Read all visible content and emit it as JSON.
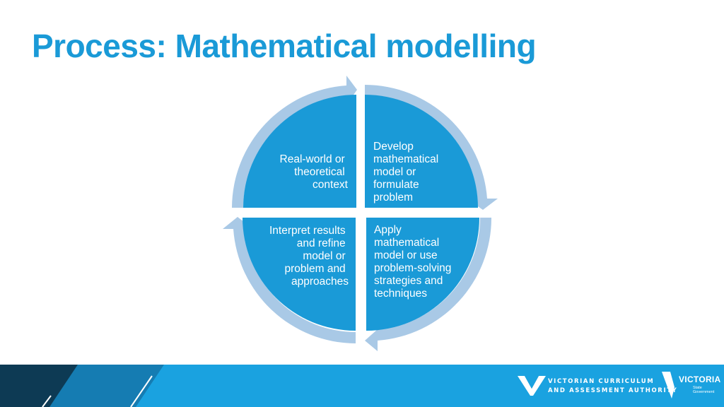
{
  "title": "Process: Mathematical modelling",
  "cycle": {
    "quadrants": [
      {
        "position": "top-left",
        "lines": [
          "Real-world or",
          "theoretical",
          "context"
        ]
      },
      {
        "position": "top-right",
        "lines": [
          "Develop",
          "mathematical",
          "model or",
          "formulate",
          "problem"
        ]
      },
      {
        "position": "bottom-right",
        "lines": [
          "Apply",
          "mathematical",
          "model or use",
          "problem-solving",
          "strategies and",
          "techniques"
        ]
      },
      {
        "position": "bottom-left",
        "lines": [
          "Interpret results",
          "and refine",
          "model or",
          "problem and",
          "approaches"
        ]
      }
    ],
    "fill_color": "#1a9ad7",
    "arrow_color": "#a9c9e6"
  },
  "footer": {
    "vcaa_line1": "VICTORIAN CURRICULUM",
    "vcaa_line2": "AND ASSESSMENT AUTHORITY",
    "vic_name": "VICTORIA",
    "vic_sub1": "State",
    "vic_sub2": "Government"
  }
}
